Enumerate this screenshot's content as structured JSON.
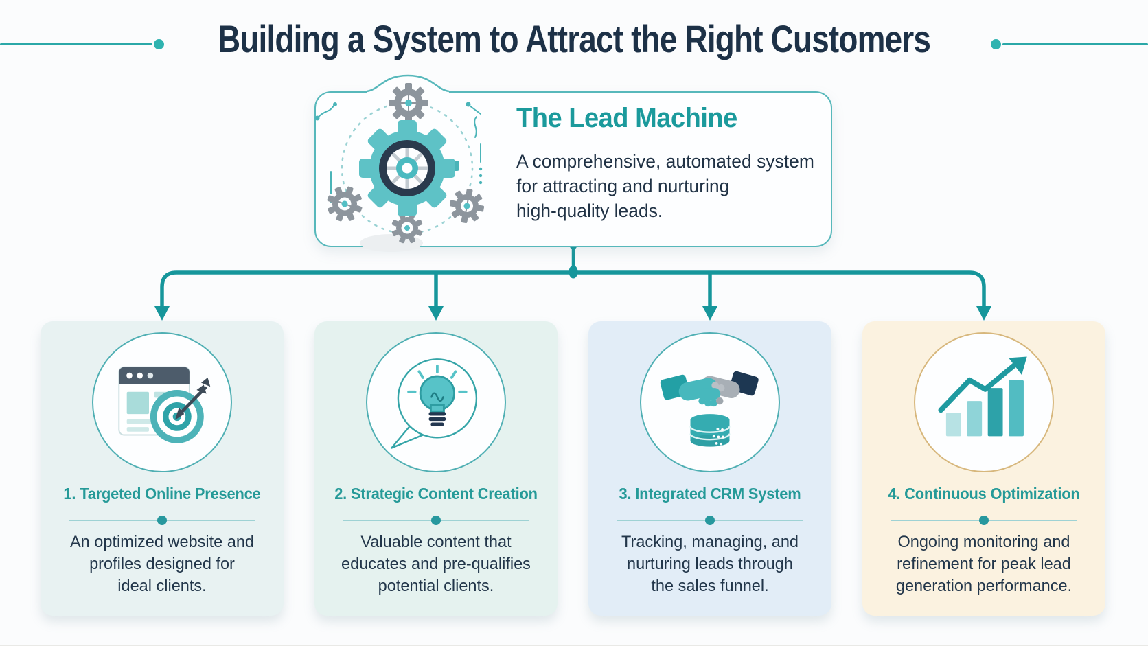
{
  "colors": {
    "accent_teal": "#1a989d",
    "title_navy": "#1d3147",
    "card_title_teal": "#259a98",
    "card1_bg": "#e8f2f2",
    "card2_bg": "#e5f2ef",
    "card3_bg": "#e2edf7",
    "card4_bg": "#fbf2e0",
    "circle_border_teal": "#4fafb3",
    "circle_border_gold": "#d7b77c"
  },
  "header": {
    "title": "Building a System to Attract the Right Customers"
  },
  "hero": {
    "title": "The Lead Machine",
    "desc_lines": [
      "A comprehensive, automated system",
      "for attracting and nurturing",
      "high-quality leads."
    ],
    "icon": "gears-automation-icon"
  },
  "cards": [
    {
      "title": "1. Targeted Online Presence",
      "body_lines": [
        "An optimized website and",
        "profiles designed for",
        "ideal clients."
      ],
      "icon": "browser-target-icon"
    },
    {
      "title": "2. Strategic Content Creation",
      "body_lines": [
        "Valuable content that",
        "educates and pre-qualifies",
        "potential clients."
      ],
      "icon": "speech-lightbulb-icon"
    },
    {
      "title": "3. Integrated CRM System",
      "body_lines": [
        "Tracking, managing, and",
        "nurturing leads through",
        "the sales funnel."
      ],
      "icon": "handshake-database-icon"
    },
    {
      "title": "4. Continuous Optimization",
      "body_lines": [
        "Ongoing monitoring and",
        "refinement for peak lead",
        "generation performance."
      ],
      "icon": "growth-chart-icon"
    }
  ]
}
